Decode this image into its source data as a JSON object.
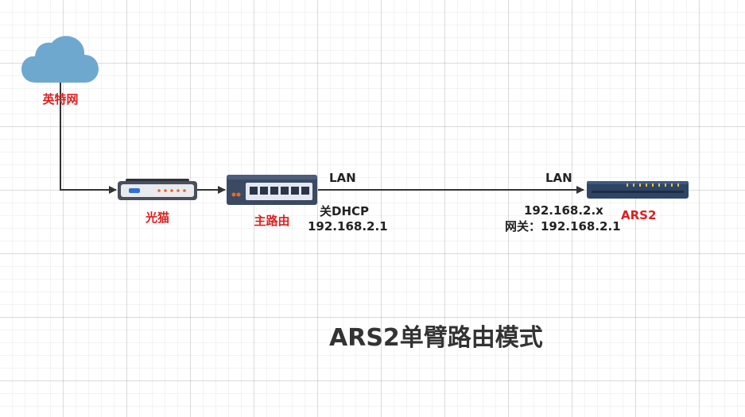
{
  "diagram": {
    "nodes": {
      "internet": {
        "label": "英特网",
        "icon": "cloud-icon"
      },
      "modem": {
        "label": "光猫",
        "icon": "modem-icon"
      },
      "main_router": {
        "label": "主路由",
        "icon": "switch-icon"
      },
      "ars2": {
        "label": "ARS2",
        "icon": "router-icon"
      }
    },
    "main_router_notes": {
      "port": "LAN",
      "dhcp": "关DHCP",
      "ip": "192.168.2.1"
    },
    "ars2_notes": {
      "port": "LAN",
      "ip": "192.168.2.x",
      "gateway": "网关：192.168.2.1"
    },
    "title": "ARS2单臂路由模式"
  },
  "colors": {
    "label_red": "#e01e1e",
    "line": "#333333",
    "cloud": "#6fa8cf",
    "device_body": "#4a4f5c",
    "switch_body": "#3a4a63",
    "router_body": "#2e4566"
  }
}
